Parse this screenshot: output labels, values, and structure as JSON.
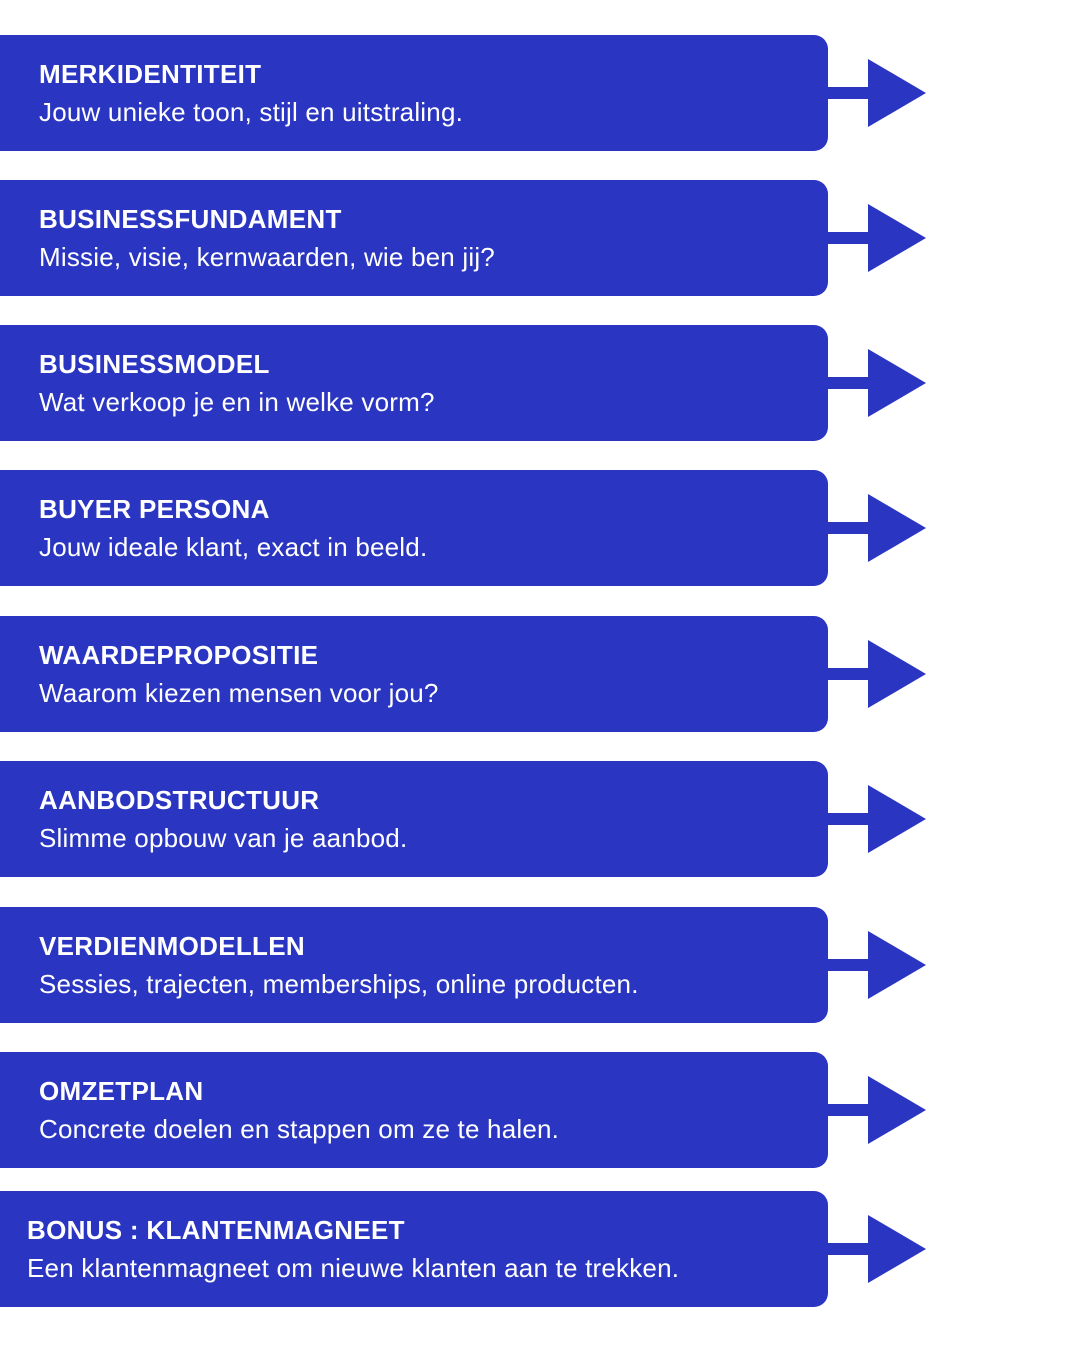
{
  "colors": {
    "card": "#2a35c1",
    "text": "#ffffff",
    "background": "#ffffff"
  },
  "items": [
    {
      "title": "MERKIDENTITEIT",
      "subtitle": "Jouw unieke toon, stijl en uitstraling."
    },
    {
      "title": "BUSINESSFUNDAMENT",
      "subtitle": "Missie, visie, kernwaarden, wie ben jij?"
    },
    {
      "title": "BUSINESSMODEL",
      "subtitle": "Wat verkoop je en in welke vorm?"
    },
    {
      "title": "BUYER PERSONA",
      "subtitle": "Jouw ideale klant, exact in beeld."
    },
    {
      "title": "WAARDEPROPOSITIE",
      "subtitle": "Waarom kiezen mensen voor jou?"
    },
    {
      "title": "AANBODSTRUCTUUR",
      "subtitle": "Slimme opbouw van je aanbod."
    },
    {
      "title": "VERDIENMODELLEN",
      "subtitle": "Sessies, trajecten, memberships, online producten."
    },
    {
      "title": "OMZETPLAN",
      "subtitle": "Concrete doelen en stappen om ze te halen."
    },
    {
      "title": "BONUS : KLANTENMAGNEET",
      "subtitle": "Een klantenmagneet om nieuwe klanten aan te trekken."
    }
  ]
}
